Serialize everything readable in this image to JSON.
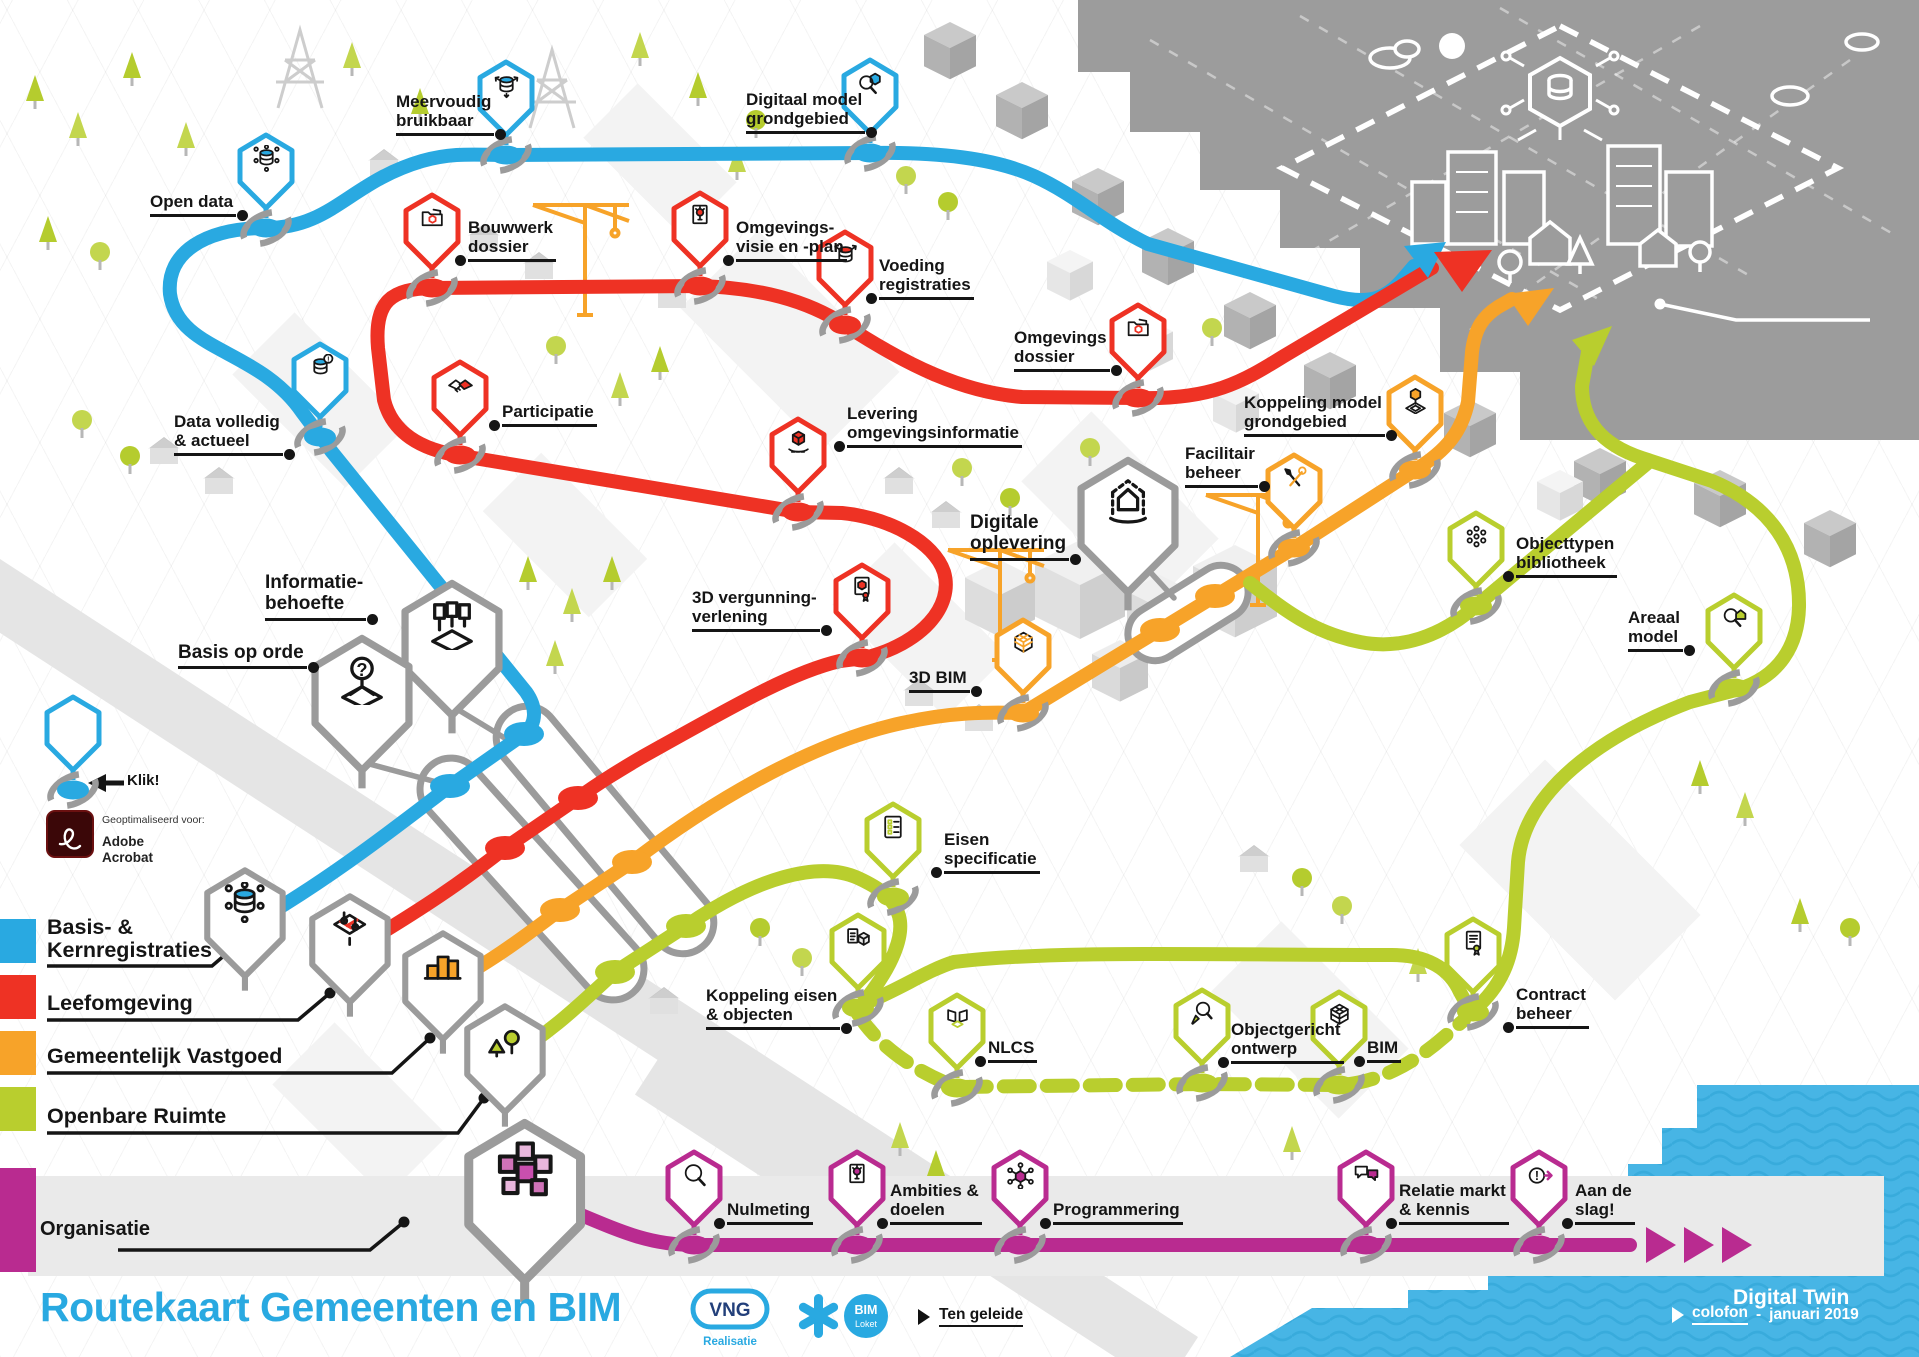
{
  "title": "Routekaart Gemeenten en BIM",
  "colors": {
    "blue": "#29a9e1",
    "red": "#ee3224",
    "orange": "#f7a329",
    "green": "#b9ce2e",
    "magenta": "#b92b90",
    "gray": "#9b9b9b",
    "water": "#47b5e5"
  },
  "legend": {
    "klik": "Klik!",
    "optimized": "Geoptimaliseerd voor:",
    "adobe": [
      "Adobe",
      "Acrobat"
    ],
    "routes": [
      {
        "id": "blue",
        "color": "#29a9e1",
        "lines": [
          "Basis- &",
          "Kernregistraties"
        ]
      },
      {
        "id": "red",
        "color": "#ee3224",
        "lines": [
          "Leefomgeving"
        ]
      },
      {
        "id": "orange",
        "color": "#f7a329",
        "lines": [
          "Gemeentelijk Vastgoed"
        ]
      },
      {
        "id": "green",
        "color": "#b9ce2e",
        "lines": [
          "Openbare Ruimte"
        ]
      },
      {
        "id": "magenta",
        "color": "#b92b90",
        "lines": [
          "Organisatie"
        ]
      }
    ]
  },
  "digital_twin": "Digital Twin",
  "stations": {
    "open_data": [
      "Open data"
    ],
    "meervoudig": [
      "Meervoudig",
      "bruikbaar"
    ],
    "digitaal_model": [
      "Digitaal model",
      "grondgebied"
    ],
    "data_volledig": [
      "Data volledig",
      "& actueel"
    ],
    "bouwwerk": [
      "Bouwwerk",
      "dossier"
    ],
    "omgevingsvisie": [
      "Omgevings-",
      "visie en -plan"
    ],
    "voeding": [
      "Voeding",
      "registraties"
    ],
    "omgevings_dossier": [
      "Omgevings",
      "dossier"
    ],
    "participatie": [
      "Participatie"
    ],
    "levering": [
      "Levering",
      "omgevingsinformatie"
    ],
    "vergunning3d": [
      "3D vergunning-",
      "verlening"
    ],
    "bim3d": [
      "3D BIM"
    ],
    "facilitair": [
      "Facilitair",
      "beheer"
    ],
    "koppeling_model": [
      "Koppeling model",
      "grondgebied"
    ],
    "objecttypen": [
      "Objecttypen",
      "bibliotheek"
    ],
    "areaal": [
      "Areaal",
      "model"
    ],
    "eisen": [
      "Eisen",
      "specificatie"
    ],
    "koppeling_eisen": [
      "Koppeling eisen",
      "& objecten"
    ],
    "nlcs": [
      "NLCS"
    ],
    "objectgericht": [
      "Objectgericht",
      "ontwerp"
    ],
    "bim": [
      "BIM"
    ],
    "contract": [
      "Contract",
      "beheer"
    ],
    "nulmeting": [
      "Nulmeting"
    ],
    "ambities": [
      "Ambities &",
      "doelen"
    ],
    "programmering": [
      "Programmering"
    ],
    "relatie": [
      "Relatie markt",
      "& kennis"
    ],
    "aan_de_slag": [
      "Aan de",
      "slag!"
    ],
    "informatie_behoefte": [
      "Informatie-",
      "behoefte"
    ],
    "basis_op_orde": [
      "Basis op orde"
    ],
    "digitale_oplevering": [
      "Digitale",
      "oplevering"
    ]
  },
  "footer": {
    "vng": "VNG",
    "vng_sub": "Realisatie",
    "bim": "BIM",
    "bim_sub": "Loket",
    "ten_geleide": "Ten geleide",
    "colofon": "colofon",
    "date": "januari 2019"
  }
}
